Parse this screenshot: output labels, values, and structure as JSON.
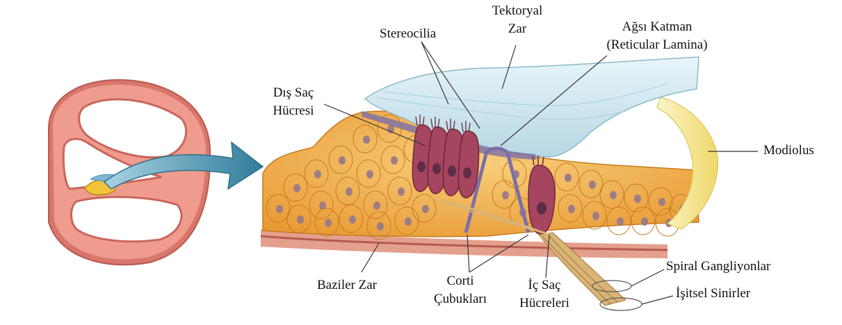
{
  "labels": {
    "tectorial_1": "Tektoryal",
    "tectorial_2": "Zar",
    "stereocilia": "Stereocilia",
    "reticular_1": "Ağsı Katman",
    "reticular_2": "(Reticular Lamina)",
    "outer_hair_1": "Dış Saç",
    "outer_hair_2": "Hücresi",
    "modiolus": "Modiolus",
    "basilar": "Baziler Zar",
    "corti_1": "Corti",
    "corti_2": "Çubukları",
    "inner_hair_1": "İç Saç",
    "inner_hair_2": "Hücreleri",
    "spiral_ganglion": "Spiral Gangliyonlar",
    "auditory_nerve": "İşitsel Sinirler"
  },
  "colors": {
    "cochlea_wall": "#e58a7f",
    "cochlea_inner": "#ffffff",
    "cell_orange": "#f2b24e",
    "cell_outline": "#c77a1e",
    "nucleus": "#9d7d84",
    "hair_cell": "#a6455f",
    "tectorial": "#cfe7ef",
    "arrow": "#3f8aa6",
    "basilar": "#d97a7a",
    "nerve": "#d9b477",
    "leader": "#333333"
  }
}
